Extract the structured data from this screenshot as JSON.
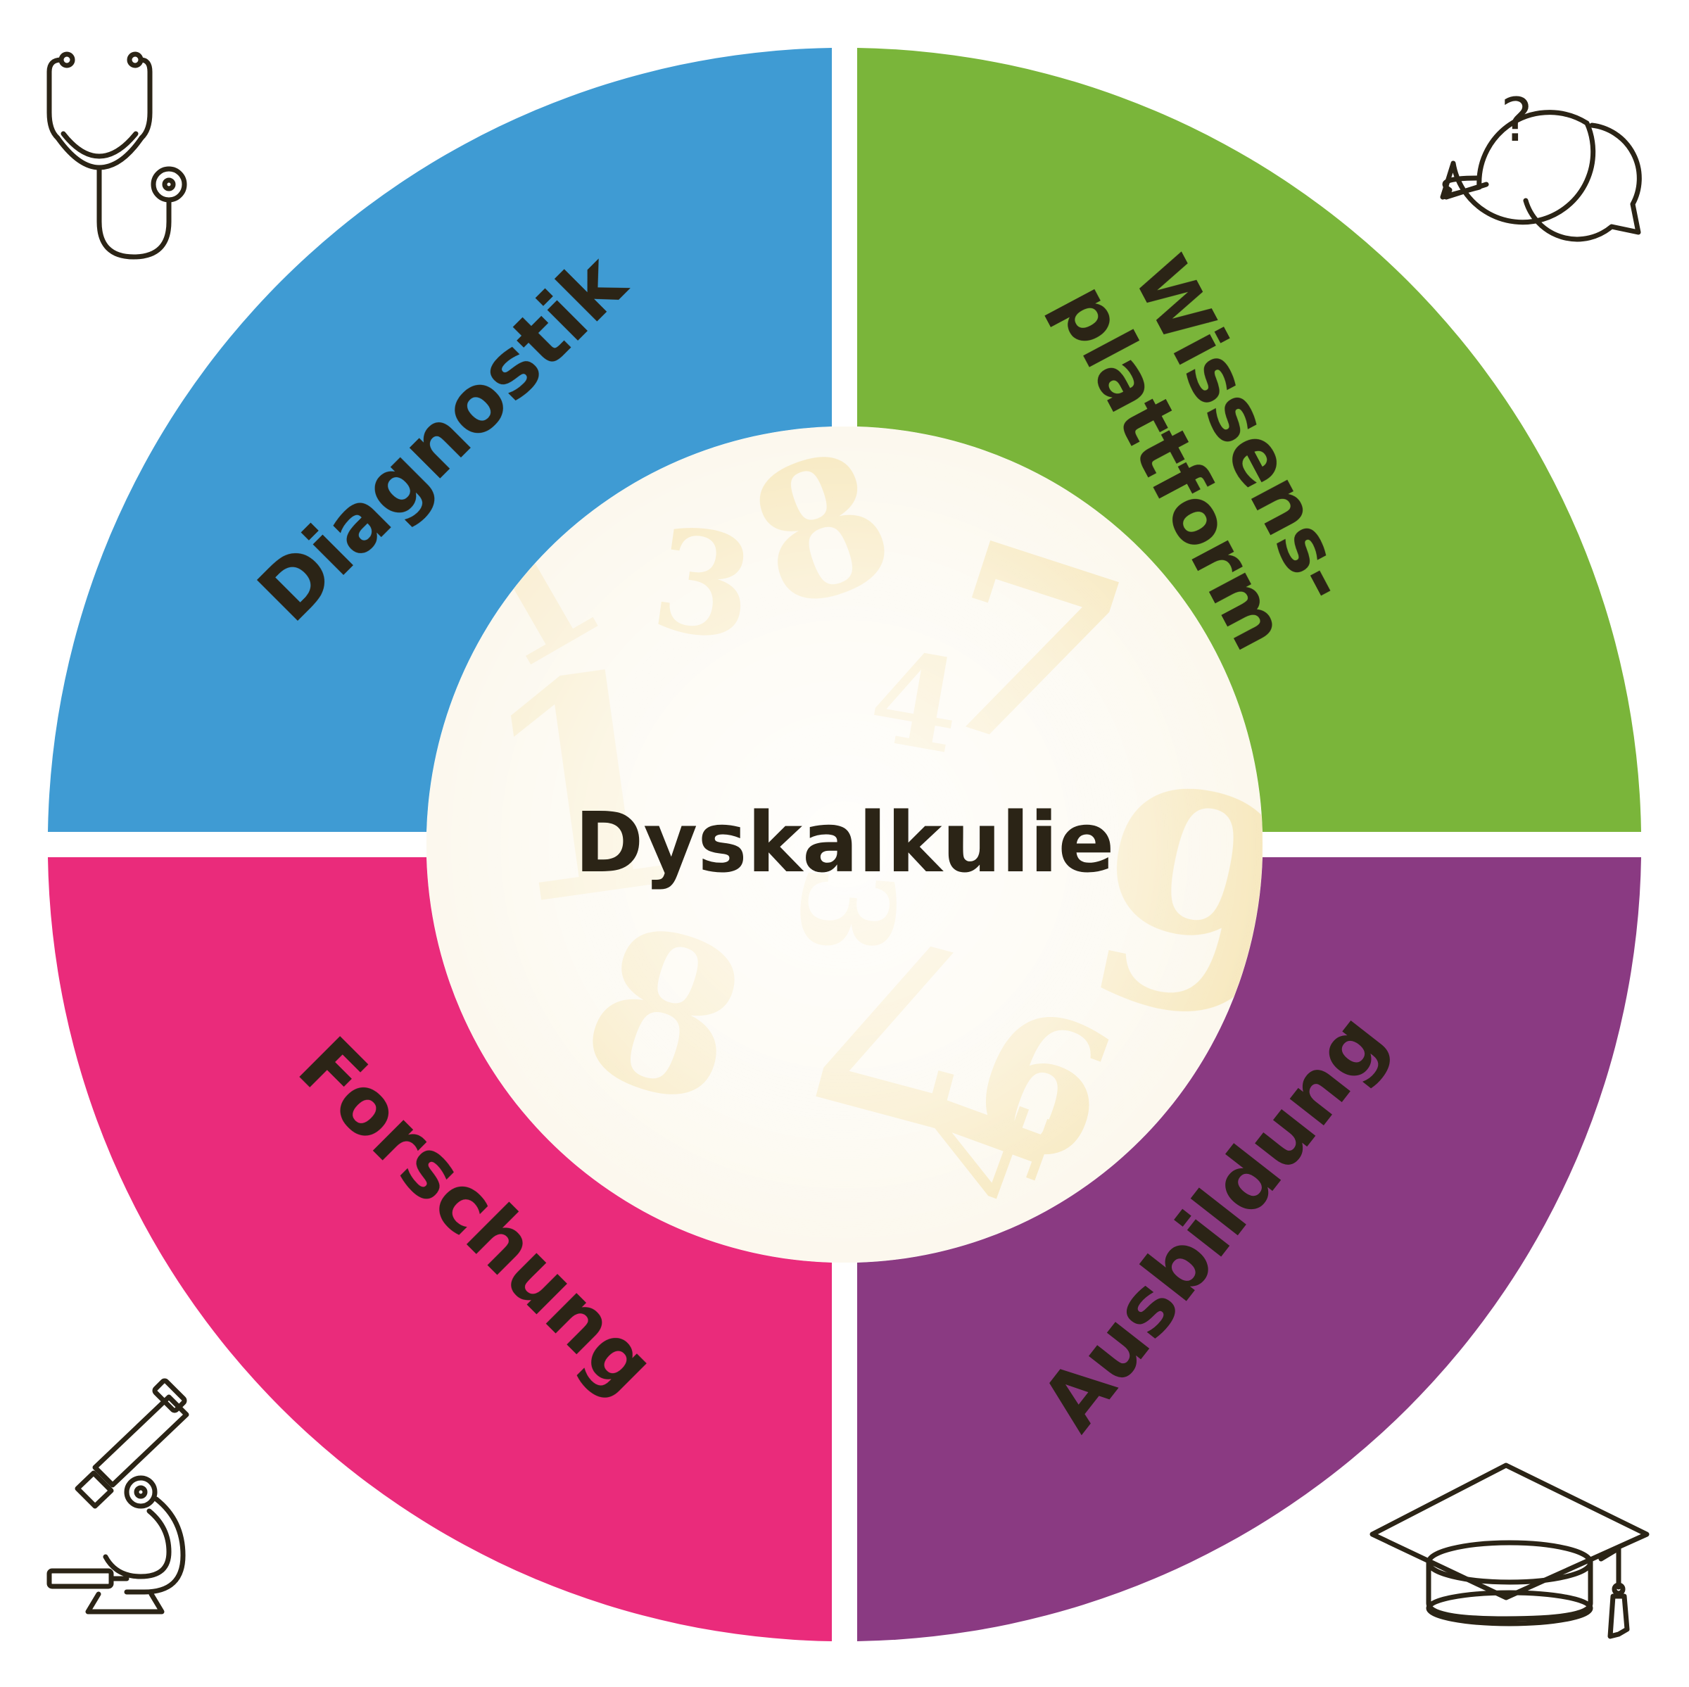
{
  "center": {
    "title": "Dyskalkulie",
    "background_digits": [
      "1",
      "3",
      "4",
      "7",
      "8",
      "9",
      "3",
      "1",
      "7",
      "8",
      "9",
      "4"
    ]
  },
  "segments": [
    {
      "id": "diagnostik",
      "label": "Diagnostik",
      "color": "#3f9bd3",
      "icon": "stethoscope-icon"
    },
    {
      "id": "wissensplattform",
      "label_line1": "Wissens-",
      "label_line2": "plattform",
      "color": "#7ab53a",
      "icon": "speech-bubbles-question-icon"
    },
    {
      "id": "forschung",
      "label": "Forschung",
      "color": "#ea2b7b",
      "icon": "microscope-icon"
    },
    {
      "id": "ausbildung",
      "label": "Ausbildung",
      "color": "#8a3a82",
      "icon": "graduation-cap-icon"
    }
  ],
  "icon_question_mark": "?"
}
